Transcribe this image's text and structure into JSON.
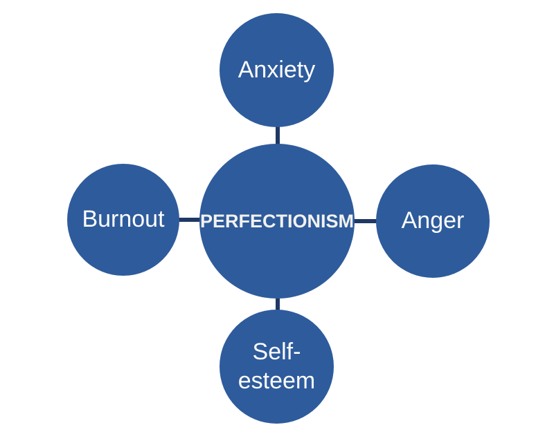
{
  "diagram": {
    "center": {
      "label": "PERFECTIONISM"
    },
    "nodes": [
      {
        "id": "anxiety",
        "label": "Anxiety"
      },
      {
        "id": "anger",
        "label": "Anger"
      },
      {
        "id": "self-esteem",
        "label": "Self-\nesteem"
      },
      {
        "id": "burnout",
        "label": "Burnout"
      }
    ]
  },
  "colors": {
    "background": "#ffffff",
    "node_fill": "#2e5b9c",
    "connector": "#1f3864",
    "node_text": "#fdfdfd",
    "center_text": "#f2f2ef"
  }
}
